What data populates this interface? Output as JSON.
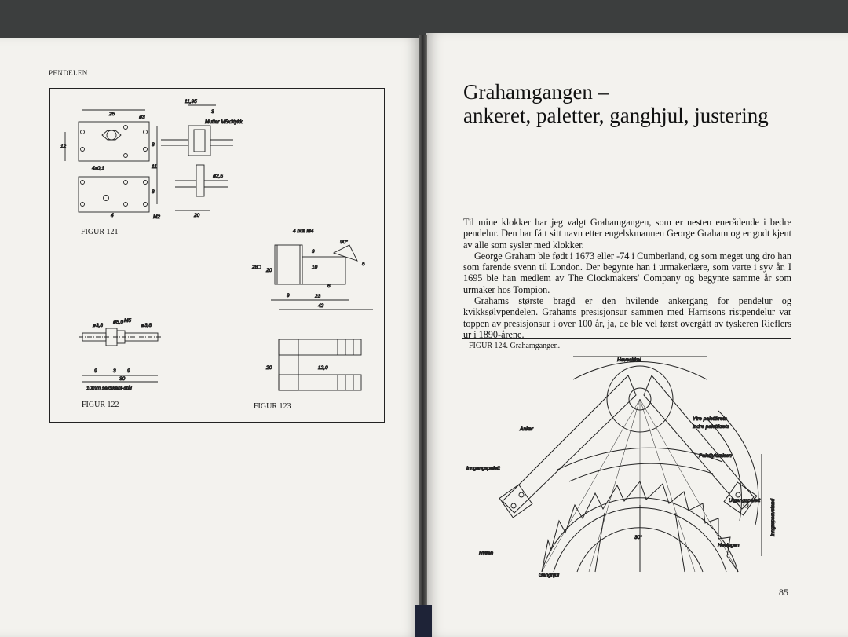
{
  "left_page": {
    "running_head": "PENDELEN",
    "fig121": {
      "caption": "FIGUR 121",
      "labels": [
        "25",
        "ø3",
        "11,95",
        "3",
        "Mutter M5x3tykk",
        "12",
        "8",
        "11",
        "8",
        "4x0,1",
        "ø2,5",
        "4",
        "M2",
        "20"
      ]
    },
    "fig122": {
      "caption": "FIGUR 122",
      "labels": [
        "ø3,8",
        "ø5,0",
        "M5",
        "ø3,8",
        "9",
        "3",
        "9",
        "30",
        "10mm sekskant-stål"
      ]
    },
    "fig123": {
      "caption": "FIGUR 123",
      "labels": [
        "4 hull M4",
        "90°",
        "28□",
        "20",
        "9",
        "10",
        "5",
        "6",
        "9",
        "23",
        "42",
        "20",
        "12,0"
      ]
    }
  },
  "right_page": {
    "title_line1": "Grahamgangen –",
    "title_line2": "ankeret, paletter, ganghjul, justering",
    "paragraphs": [
      "Til mine klokker har jeg valgt Grahamgangen, som er nesten eneråd­ende i bedre pendelur. Den har fått sitt navn etter engelskmannen George Graham og er godt kjent av alle som sysler med klokker.",
      "George Graham ble født i 1673 eller -74 i Cumberland, og som meget ung dro han som farende svenn til London. Der begynte han i urmakerlære, som varte i syv år. I 1695 ble han medlem av The Clockmakers' Company og begynte samme år som urmaker hos Tompion.",
      "Grahams største bragd er den hvilende ankergang for pendelur og kvikksølvpendelen. Grahams presisjonsur sammen med Harrisons ristpendelur var toppen av presisjonsur i over 100 år, ja, de ble vel først overgått av tyskeren Rieflers ur i 1890-årene."
    ],
    "figure": {
      "caption": "FIGUR 124. Grahamgangen.",
      "labels": {
        "hevesirkel": "Hevesirkel",
        "ytre": "Ytre palettkrets",
        "indre": "Indre palettkrets",
        "anker": "Anker",
        "palettykkelsen": "Palettykkelsen",
        "inngangspalett": "Inngangspalett",
        "utgangspalett": "Utgangspalett",
        "inngrepsavstand": "Inngrepsavstand",
        "vinkel": "30°",
        "hevingen": "Hevingen",
        "hvilen": "Hvilen",
        "ganghjul": "Ganghjul"
      }
    },
    "page_number": "85"
  }
}
